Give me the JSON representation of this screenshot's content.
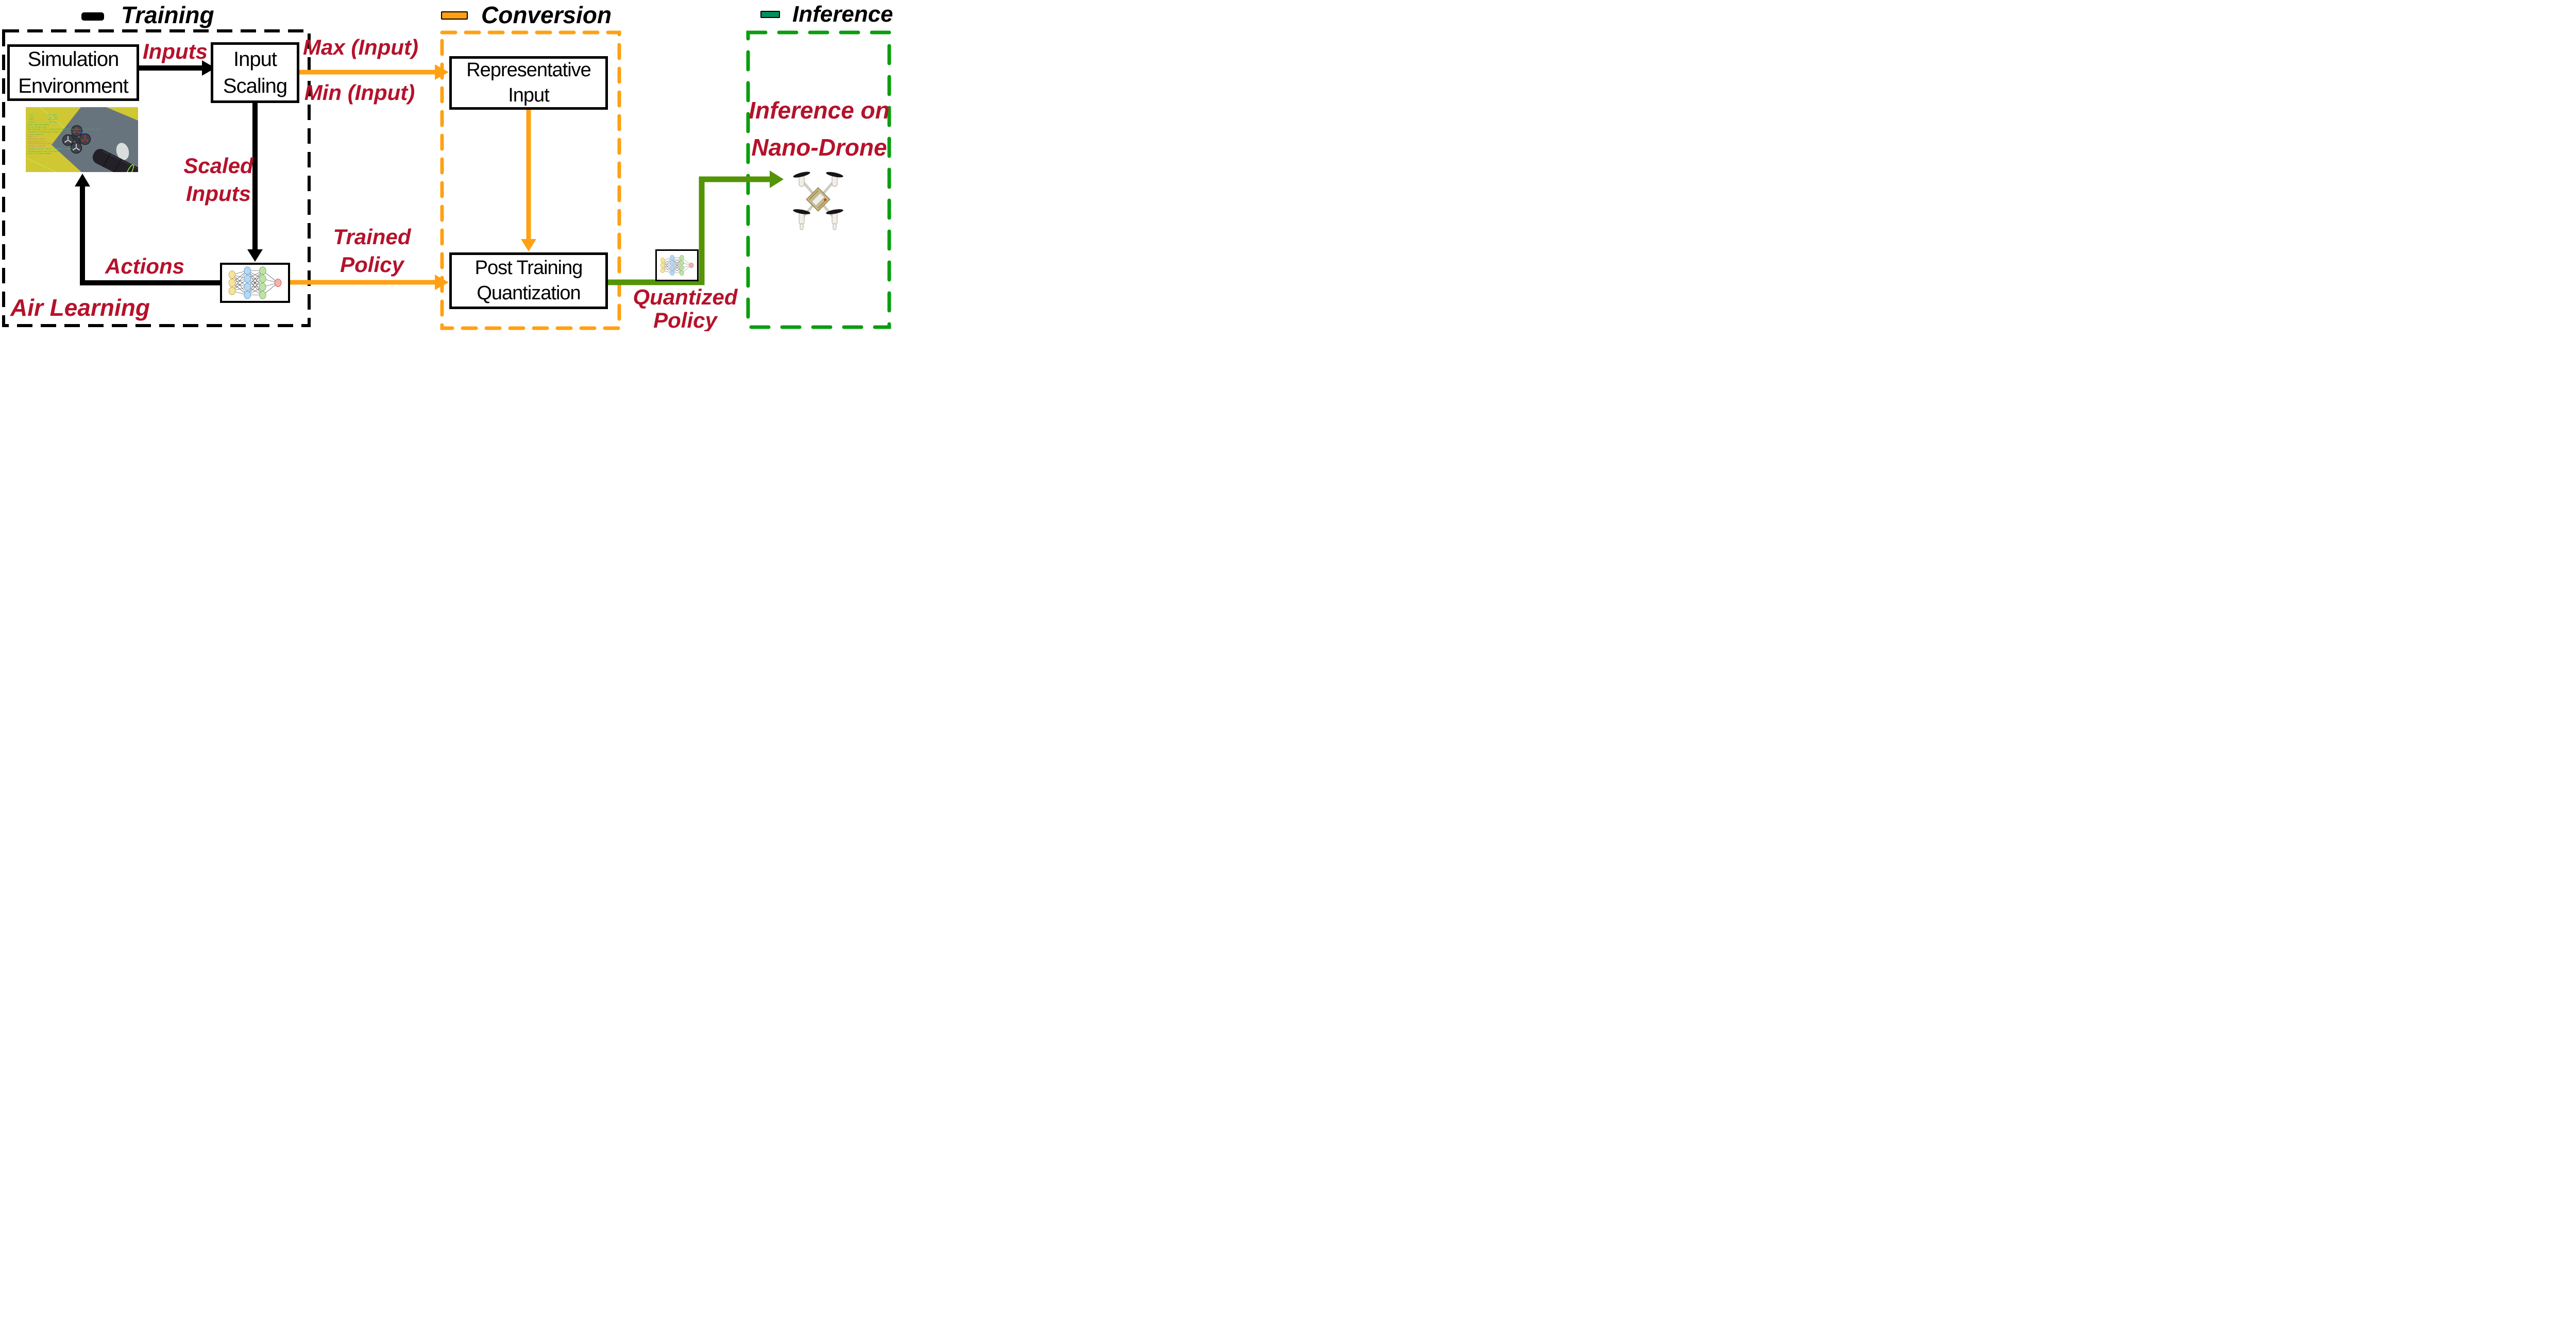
{
  "legend": {
    "training": {
      "label": "Training",
      "swatch_color": "#000000"
    },
    "conversion": {
      "label": "Conversion",
      "swatch_color": "#FFA113"
    },
    "inference": {
      "label": "Inference",
      "swatch_color": "#00915A"
    }
  },
  "boxes": {
    "simulation_environment": {
      "line1": "Simulation",
      "line2": "Environment"
    },
    "input_scaling": {
      "line1": "Input",
      "line2": "Scaling"
    },
    "representative_input": {
      "line1": "Representative",
      "line2": "Input"
    },
    "post_training_quantization": {
      "line1": "Post Training",
      "line2": "Quantization"
    }
  },
  "labels": {
    "inputs": "Inputs",
    "max_input": "Max (Input)",
    "min_input": "Min (Input)",
    "scaled_inputs_line1": "Scaled",
    "scaled_inputs_line2": "Inputs",
    "trained_policy_line1": "Trained",
    "trained_policy_line2": "Policy",
    "actions": "Actions",
    "air_learning": "Air Learning",
    "quantized_policy_line1": "Quantized",
    "quantized_policy_line2": "Policy",
    "inference_on_line1": "Inference on",
    "inference_on_line2": "Nano-Drone"
  },
  "colors": {
    "red": "#B5122B",
    "orange": "#FFA113",
    "green-dash": "#0A9E0F",
    "green-arrow": "#549406",
    "legend-green": "#00915A",
    "ink": "#000000"
  },
  "neural_network_icon": {
    "layers": [
      3,
      4,
      4,
      1
    ],
    "node_colors": [
      "#F6E49B",
      "#B6D8F2",
      "#BEE3A8",
      "#F4B3AC"
    ],
    "node_strokes": [
      "#C9A43B",
      "#5B9BD5",
      "#71AD47",
      "#C0504D"
    ]
  },
  "sim_screenshot": {
    "debug_lines": [
      {
        "text": "_Cube--------------BP_Cube1",
        "color": "#27C0B4"
      },
      {
        "text": "_Cube1--------------BP_Cube",
        "color": "#27C0B4"
      },
      {
        "text": "_Cube--------------BP_Cube1",
        "color": "#27C0B4"
      },
      {
        "text": "_Cube1--------------BP_Cube",
        "color": "#27C0B4"
      },
      {
        "text": "mera: ExternalCamera",
        "color": "#2FBE62"
      },
      {
        "text": "ss F1 to see help",
        "color": "#2FBE62"
      },
      {
        "text": "ded settings from C:\\Users\\RTX-REDDI\\Documents\\AirSim\\settings.json",
        "color": "#2FBE62"
      },
      {
        "text": "lision#2 with BP_Arena_Meshes_C_0 - ObjID =1",
        "color": "#2FBE62"
      },
      {
        "text": "lision Count:0",
        "color": "#2FBE62"
      },
      {
        "text": "tage:11.1",
        "color": "#DC6AA6"
      },
      {
        "text": "teOfCharge:100.0",
        "color": "#DC6AA6"
      },
      {
        "text": "ergyConsumed:0.0",
        "color": "#DC6AA6"
      },
      {
        "text": "tanceTravelled:31.287520",
        "color": "#DC6AA6"
      },
      {
        "text": "htTime:32.907703",
        "color": "#DC6AA6"
      },
      {
        "text": "ckSpeed config, actual: 5.000000, 3.155321",
        "color": "#27C0B4"
      },
      {
        "text": "uestApiControl was successful",
        "color": "#2FBE62"
      },
      {
        "text": "icle is already armed",
        "color": "#2FBE62"
      }
    ]
  }
}
